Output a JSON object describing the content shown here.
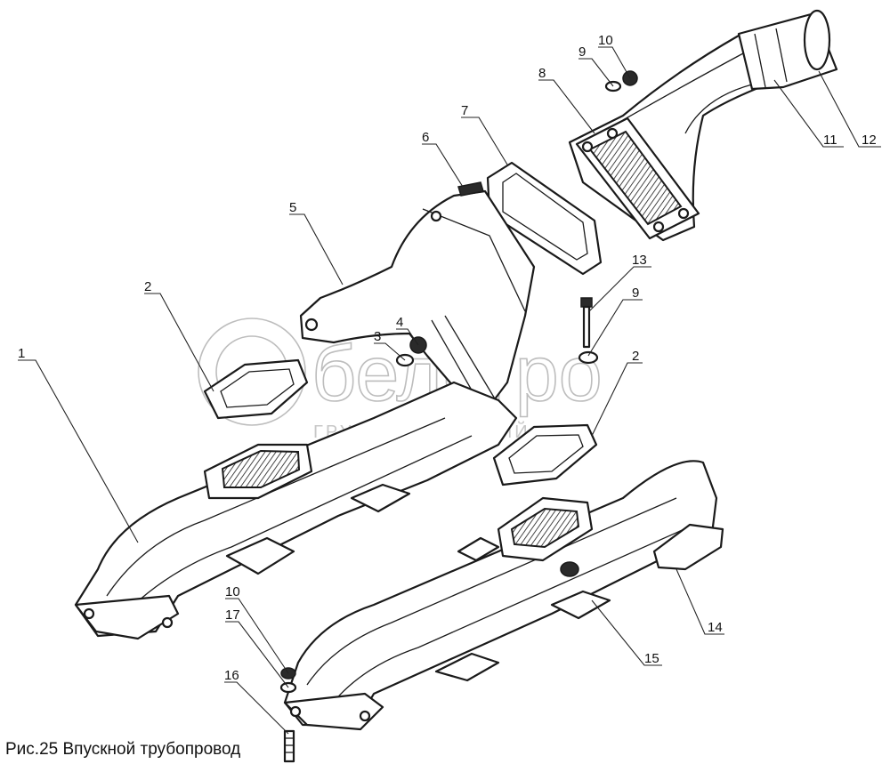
{
  "caption": "Рис.25 Впускной трубопровод",
  "watermark": {
    "brand": "белогро",
    "sub": "ГРУППА КОМПАНИЙ"
  },
  "callouts": [
    {
      "label": "1"
    },
    {
      "label": "2"
    },
    {
      "label": "3"
    },
    {
      "label": "4"
    },
    {
      "label": "5"
    },
    {
      "label": "6"
    },
    {
      "label": "7"
    },
    {
      "label": "8"
    },
    {
      "label": "9"
    },
    {
      "label": "10"
    },
    {
      "label": "11"
    },
    {
      "label": "12"
    },
    {
      "label": "13"
    },
    {
      "label": "9"
    },
    {
      "label": "2"
    },
    {
      "label": "14"
    },
    {
      "label": "15"
    },
    {
      "label": "10"
    },
    {
      "label": "17"
    },
    {
      "label": "16"
    }
  ]
}
